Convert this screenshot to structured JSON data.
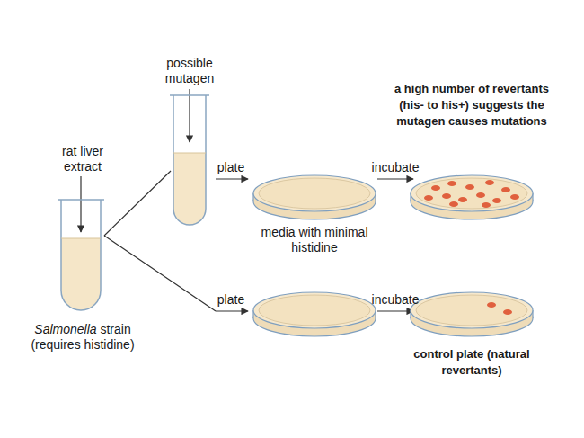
{
  "diagram": {
    "labels": [
      "possible mutagen",
      "a high number of revertants (his- to his+) suggests the mutagen causes mutations",
      "rat liver extract",
      "plate",
      "incubate",
      "media with minimal histidine",
      "plate",
      "incubate",
      "Salmonella strain (requires histidine)",
      "control plate (natural revertants)"
    ]
  }
}
